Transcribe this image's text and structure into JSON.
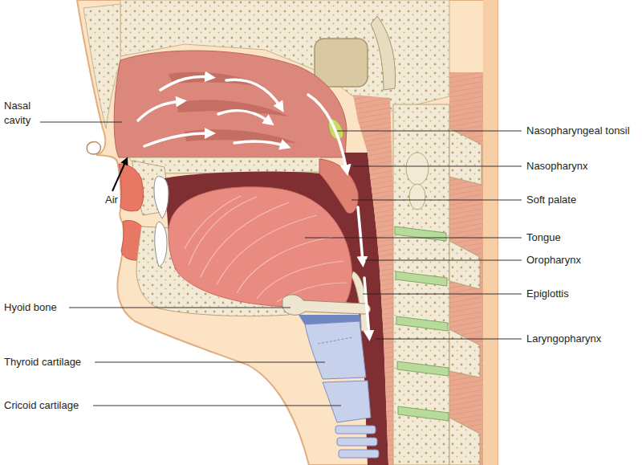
{
  "diagram": {
    "labels": [
      "Nasal cavity",
      "Air",
      "Nasopharyngeal tonsil",
      "Nasopharynx",
      "Soft palate",
      "Tongue",
      "Oropharynx",
      "Epiglottis",
      "Laryngopharynx",
      "Hyoid bone",
      "Thyroid cartilage",
      "Cricoid cartilage"
    ]
  }
}
